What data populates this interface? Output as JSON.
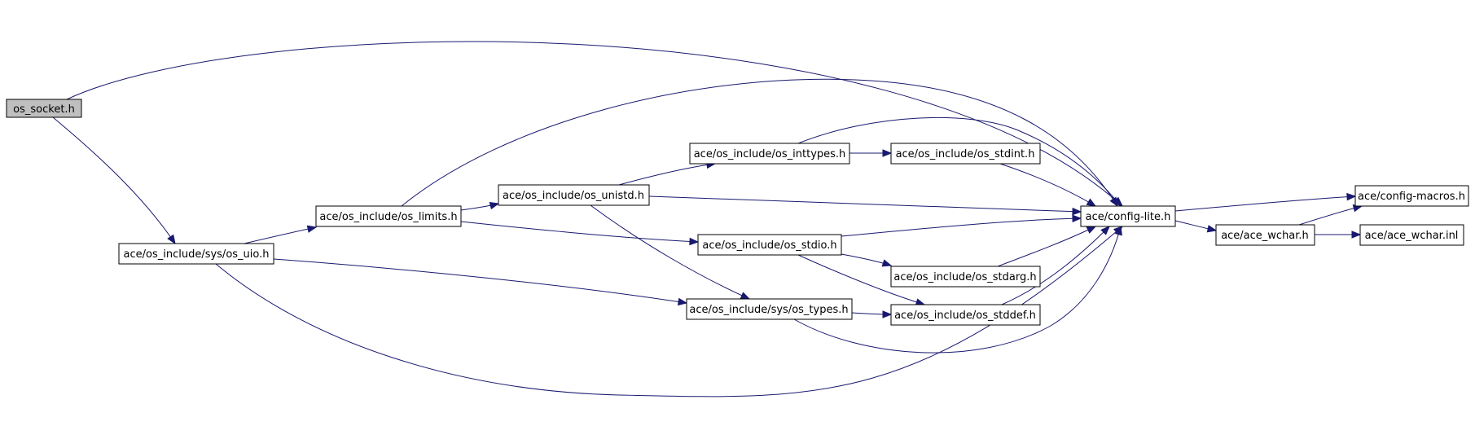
{
  "colors": {
    "edge": "#191970",
    "root_fill": "#bfbfbf",
    "node_fill": "#ffffff",
    "node_border": "#000000",
    "external_border": "#bfbfbf"
  },
  "nodes": {
    "os_socket": {
      "label": "os_socket.h",
      "role": "root"
    },
    "os_uio": {
      "label": "ace/os_include/sys/os_uio.h"
    },
    "os_limits": {
      "label": "ace/os_include/os_limits.h"
    },
    "os_unistd": {
      "label": "ace/os_include/os_unistd.h"
    },
    "os_inttypes": {
      "label": "ace/os_include/os_inttypes.h"
    },
    "os_stdint": {
      "label": "ace/os_include/os_stdint.h"
    },
    "os_stdio": {
      "label": "ace/os_include/os_stdio.h"
    },
    "os_stdarg": {
      "label": "ace/os_include/os_stdarg.h"
    },
    "os_types": {
      "label": "ace/os_include/sys/os_types.h"
    },
    "os_stddef": {
      "label": "ace/os_include/os_stddef.h"
    },
    "config_lite": {
      "label": "ace/config-lite.h"
    },
    "ace_wchar_h": {
      "label": "ace/ace_wchar.h"
    },
    "config_macros": {
      "label": "ace/config-macros.h",
      "role": "external"
    },
    "ace_wchar_inl": {
      "label": "ace/ace_wchar.inl"
    }
  },
  "edges": [
    {
      "from": "os_socket",
      "to": "config_lite"
    },
    {
      "from": "os_socket",
      "to": "os_uio"
    },
    {
      "from": "os_uio",
      "to": "os_limits"
    },
    {
      "from": "os_uio",
      "to": "os_types"
    },
    {
      "from": "os_uio",
      "to": "config_lite"
    },
    {
      "from": "os_limits",
      "to": "config_lite"
    },
    {
      "from": "os_limits",
      "to": "os_unistd"
    },
    {
      "from": "os_limits",
      "to": "os_stdio"
    },
    {
      "from": "os_unistd",
      "to": "os_inttypes"
    },
    {
      "from": "os_unistd",
      "to": "config_lite"
    },
    {
      "from": "os_unistd",
      "to": "os_types"
    },
    {
      "from": "os_inttypes",
      "to": "config_lite"
    },
    {
      "from": "os_inttypes",
      "to": "os_stdint"
    },
    {
      "from": "os_stdint",
      "to": "config_lite"
    },
    {
      "from": "os_stdio",
      "to": "config_lite"
    },
    {
      "from": "os_stdio",
      "to": "os_stdarg"
    },
    {
      "from": "os_stdio",
      "to": "os_stddef"
    },
    {
      "from": "os_stdarg",
      "to": "config_lite"
    },
    {
      "from": "os_types",
      "to": "os_stddef"
    },
    {
      "from": "os_types",
      "to": "config_lite"
    },
    {
      "from": "os_stddef",
      "to": "config_lite"
    },
    {
      "from": "config_lite",
      "to": "config_macros"
    },
    {
      "from": "config_lite",
      "to": "ace_wchar_h"
    },
    {
      "from": "ace_wchar_h",
      "to": "config_macros"
    },
    {
      "from": "ace_wchar_h",
      "to": "ace_wchar_inl"
    }
  ]
}
